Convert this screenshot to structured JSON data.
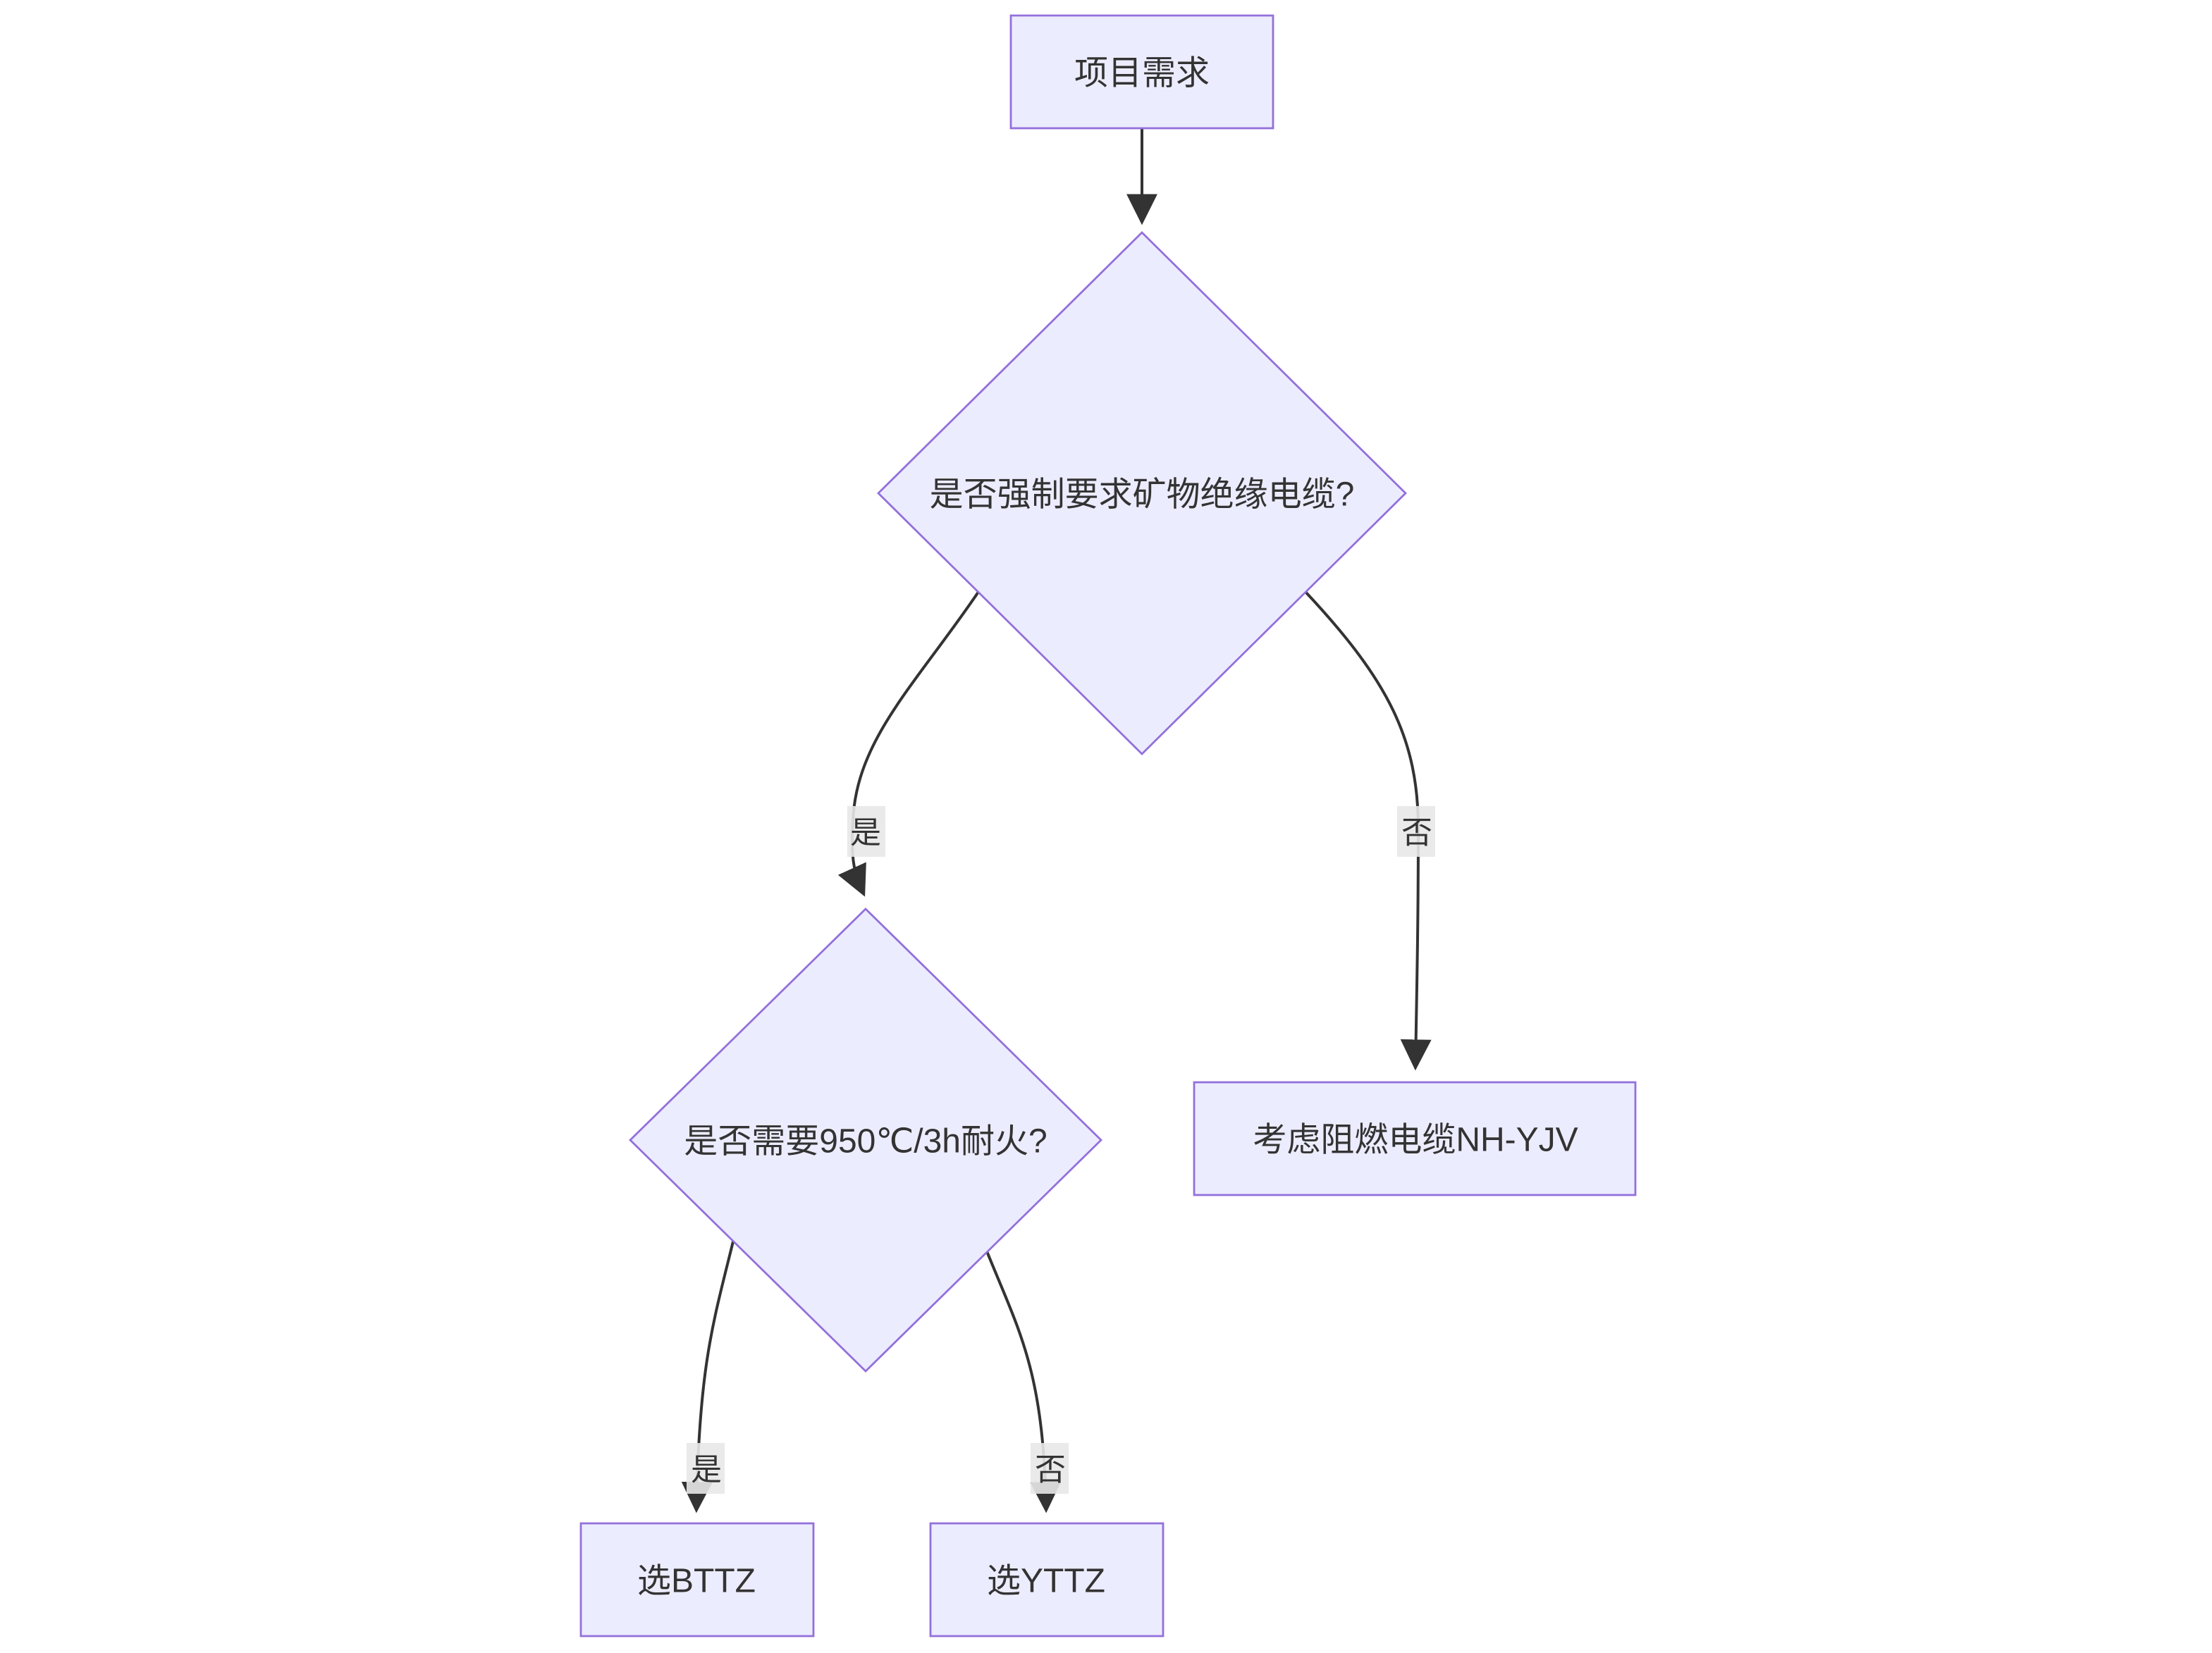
{
  "diagram": {
    "type": "flowchart-top-down",
    "background_color": "#ffffff",
    "colors": {
      "node_fill": "#ECECFF",
      "node_border": "#9370DB",
      "edge_line": "#333333",
      "text": "#333333",
      "edge_label_bg": "#e8e8e8"
    },
    "nodes": [
      {
        "id": "A",
        "shape": "rectangle",
        "label": "项目需求"
      },
      {
        "id": "B",
        "shape": "diamond",
        "label": "是否强制要求矿物绝缘电缆?"
      },
      {
        "id": "C",
        "shape": "diamond",
        "label": "是否需要950℃/3h耐火?"
      },
      {
        "id": "D",
        "shape": "rectangle",
        "label": "考虑阻燃电缆NH-YJV"
      },
      {
        "id": "E",
        "shape": "rectangle",
        "label": "选BTTZ"
      },
      {
        "id": "F",
        "shape": "rectangle",
        "label": "选YTTZ"
      }
    ],
    "edges": [
      {
        "from": "A",
        "to": "B",
        "label": ""
      },
      {
        "from": "B",
        "to": "C",
        "label": "是"
      },
      {
        "from": "B",
        "to": "D",
        "label": "否"
      },
      {
        "from": "C",
        "to": "E",
        "label": "是"
      },
      {
        "from": "C",
        "to": "F",
        "label": "否"
      }
    ]
  }
}
